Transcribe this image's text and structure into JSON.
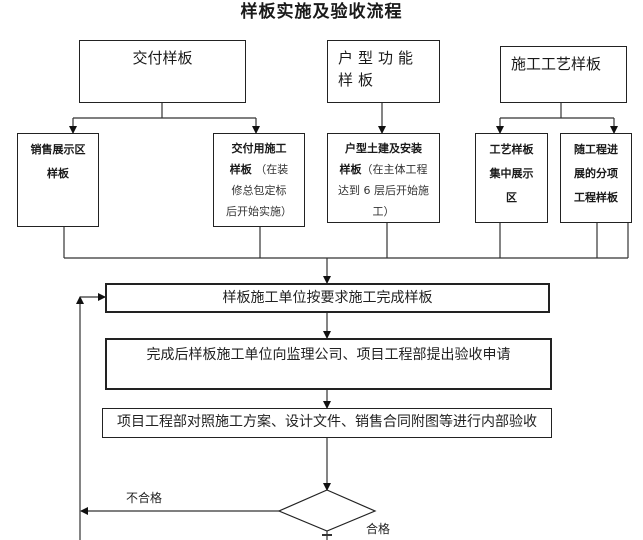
{
  "title": "样板实施及验收流程",
  "top_categories": [
    {
      "label": "交付样板"
    },
    {
      "label": "户型功能样板"
    },
    {
      "label": "施工工艺样板"
    }
  ],
  "sub_items": [
    {
      "label": "销售展示区样板",
      "note": ""
    },
    {
      "label": "交付用施工样板",
      "note": "（在装修总包定标后开始实施）"
    },
    {
      "label": "户型土建及安装样板",
      "note": "（在主体工程达到6层后开始施工）"
    },
    {
      "label": "工艺样板集中展示区",
      "note": ""
    },
    {
      "label": "随工程进展的分项工程样板",
      "note": ""
    }
  ],
  "sub_items_display": [
    {
      "lines_bold": [
        "销售展示区",
        "样板"
      ],
      "lines_note": []
    },
    {
      "lines_bold": [
        "交付用施工",
        "样板"
      ],
      "note_inline": " （在装",
      "lines_note": [
        "修总包定标",
        "后开始实施）"
      ]
    },
    {
      "lines_bold": [
        "户型土建及安装",
        "样板"
      ],
      "note_inline": "（在主体工程",
      "lines_note": [
        "达到 6 层后开始施",
        "工）"
      ]
    },
    {
      "lines_bold": [
        "工艺样板",
        "集中展示",
        "区"
      ],
      "lines_note": []
    },
    {
      "lines_bold": [
        "随工程进",
        "展的分项",
        "工程样板"
      ],
      "lines_note": []
    }
  ],
  "steps": [
    {
      "label": "样板施工单位按要求施工完成样板"
    },
    {
      "label": "完成后样板施工单位向监理公司、项目工程部提出验收申请"
    },
    {
      "label": "项目工程部对照施工方案、设计文件、销售合同附图等进行内部验收"
    }
  ],
  "decision": {
    "fail_label": "不合格",
    "pass_label": "合格"
  }
}
